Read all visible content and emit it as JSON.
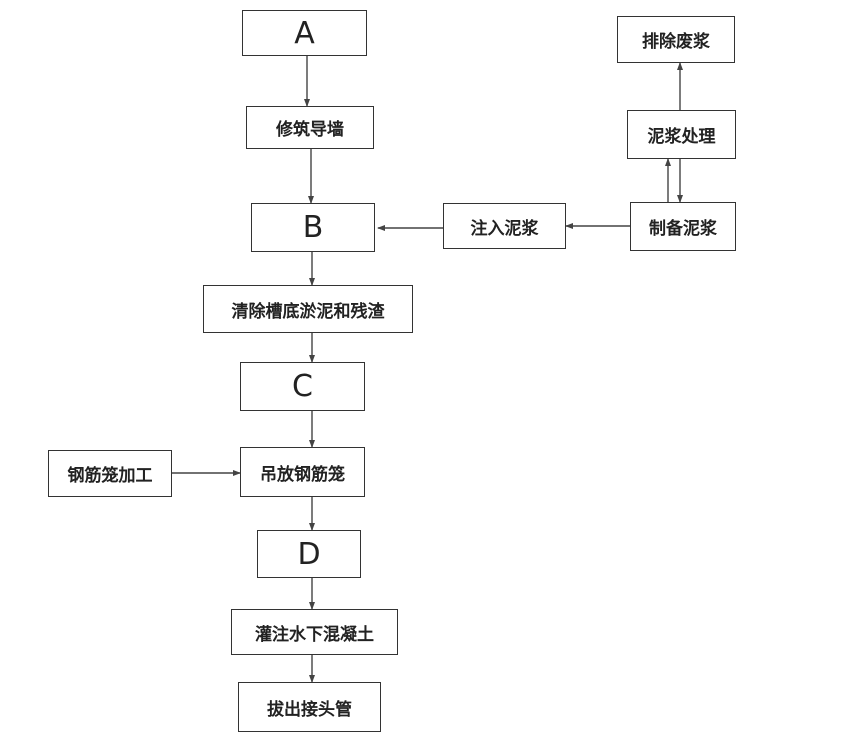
{
  "steps": {
    "a": "A",
    "build_guide_wall": "修筑导墙",
    "b": "B",
    "clean_trench": "清除槽底淤泥和残渣",
    "c": "C",
    "hoist_cage": "吊放钢筋笼",
    "d": "D",
    "pour_concrete": "灌注水下混凝土",
    "pull_joint_pipe": "拔出接头管"
  },
  "side_steps": {
    "discharge_waste_slurry": "排除废浆",
    "slurry_treatment": "泥浆处理",
    "prepare_slurry": "制备泥浆",
    "inject_slurry": "注入泥浆",
    "rebar_cage_processing": "钢筋笼加工"
  }
}
